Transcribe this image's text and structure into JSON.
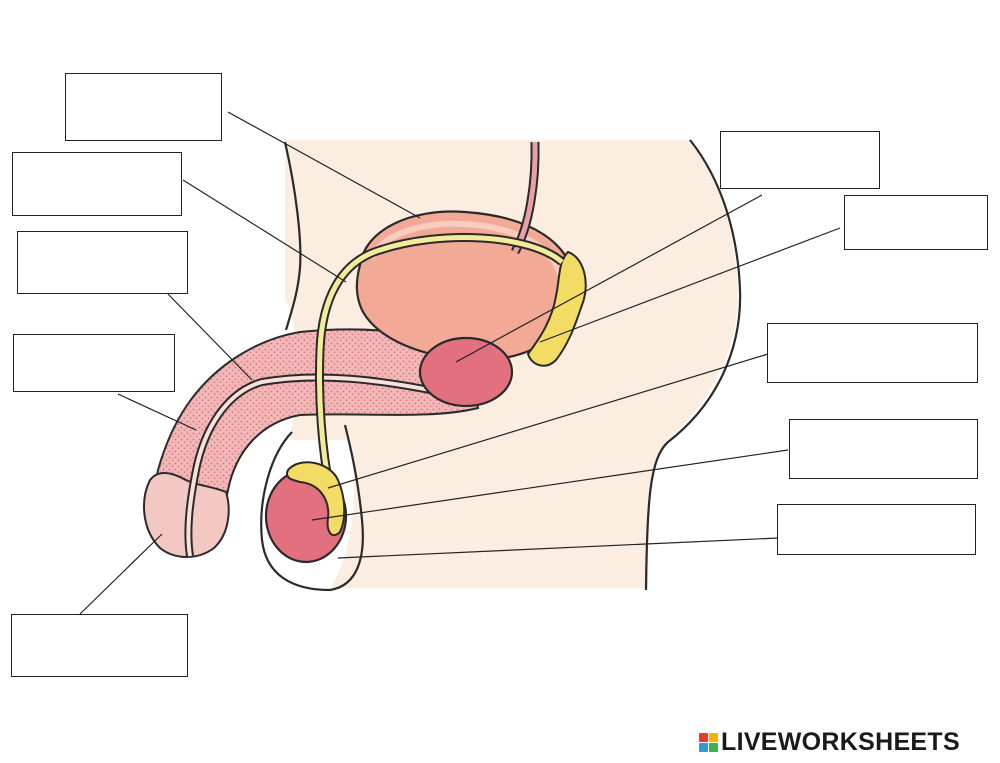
{
  "labels": [
    {
      "id": "bladder",
      "value": ""
    },
    {
      "id": "vas-deferens",
      "value": ""
    },
    {
      "id": "urethra",
      "value": ""
    },
    {
      "id": "erectile-tissue",
      "value": ""
    },
    {
      "id": "glans",
      "value": ""
    },
    {
      "id": "seminal-vesicle",
      "value": ""
    },
    {
      "id": "prostate",
      "value": ""
    },
    {
      "id": "epididymis",
      "value": ""
    },
    {
      "id": "testis",
      "value": ""
    },
    {
      "id": "scrotum",
      "value": ""
    }
  ],
  "branding": {
    "text": "LIVEWORKSHEETS",
    "logo_colors": [
      "#e63b2e",
      "#f5b400",
      "#2e9bd6",
      "#3cb44b"
    ]
  },
  "colors": {
    "skin": "#fbeee0",
    "bladder": "#f2a996",
    "organ_pink": "#e2707f",
    "erectile": "#f0b4b4",
    "gland_yellow": "#f3dc63",
    "tube_yellow": "#f2ec9a",
    "outline": "#2a2a2a"
  }
}
